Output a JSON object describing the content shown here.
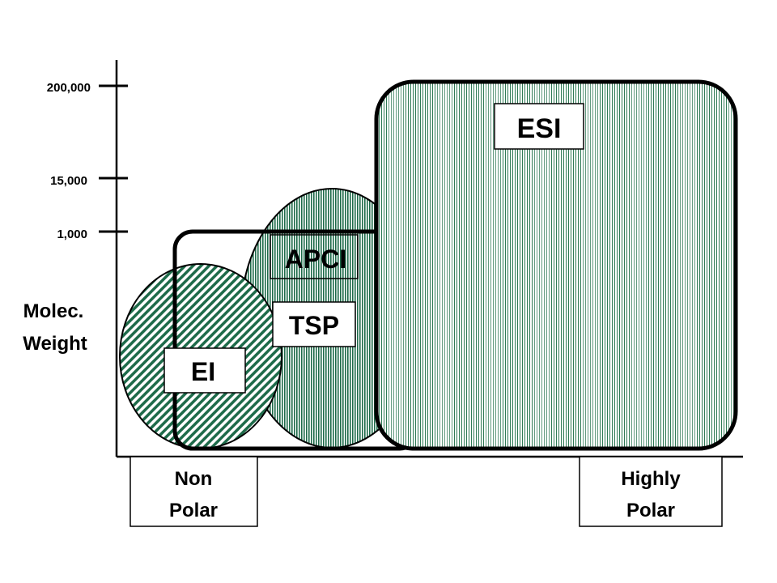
{
  "y_axis": {
    "title_line1": "Molec.",
    "title_line2": "Weight",
    "ticks": [
      "200,000",
      "15,000",
      "1,000"
    ]
  },
  "x_axis": {
    "left_label_line1": "Non",
    "left_label_line2": "Polar",
    "right_label_line1": "Highly",
    "right_label_line2": "Polar"
  },
  "regions": {
    "ei": "EI",
    "apci": "APCI",
    "tsp": "TSP",
    "esi": "ESI"
  },
  "colors": {
    "ink": "#000000",
    "hatch_green": "#1e6b4a",
    "fill_light": "#ffffff"
  }
}
